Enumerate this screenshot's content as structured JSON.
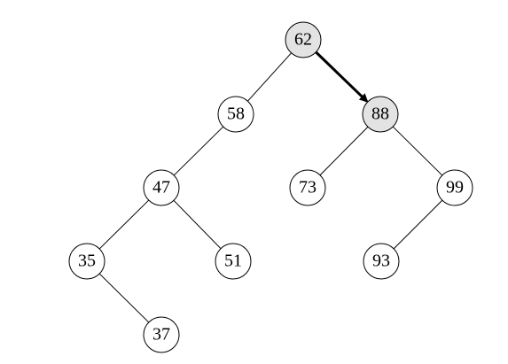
{
  "colors": {
    "node_fill": "#ffffff",
    "highlight_fill": "#e3e3e3",
    "stroke": "#000000"
  },
  "tree": {
    "nodes": [
      {
        "id": "n62",
        "label": "62",
        "highlighted": true
      },
      {
        "id": "n58",
        "label": "58",
        "highlighted": false
      },
      {
        "id": "n88",
        "label": "88",
        "highlighted": true
      },
      {
        "id": "n47",
        "label": "47",
        "highlighted": false
      },
      {
        "id": "n73",
        "label": "73",
        "highlighted": false
      },
      {
        "id": "n99",
        "label": "99",
        "highlighted": false
      },
      {
        "id": "n35",
        "label": "35",
        "highlighted": false
      },
      {
        "id": "n51",
        "label": "51",
        "highlighted": false
      },
      {
        "id": "n93",
        "label": "93",
        "highlighted": false
      },
      {
        "id": "n37",
        "label": "37",
        "highlighted": false
      }
    ],
    "edges": [
      {
        "from": "n62",
        "to": "n58",
        "highlighted": false
      },
      {
        "from": "n62",
        "to": "n88",
        "highlighted": true
      },
      {
        "from": "n58",
        "to": "n47",
        "highlighted": false
      },
      {
        "from": "n88",
        "to": "n73",
        "highlighted": false
      },
      {
        "from": "n88",
        "to": "n99",
        "highlighted": false
      },
      {
        "from": "n47",
        "to": "n35",
        "highlighted": false
      },
      {
        "from": "n47",
        "to": "n51",
        "highlighted": false
      },
      {
        "from": "n99",
        "to": "n93",
        "highlighted": false
      },
      {
        "from": "n35",
        "to": "n37",
        "highlighted": false
      }
    ]
  }
}
